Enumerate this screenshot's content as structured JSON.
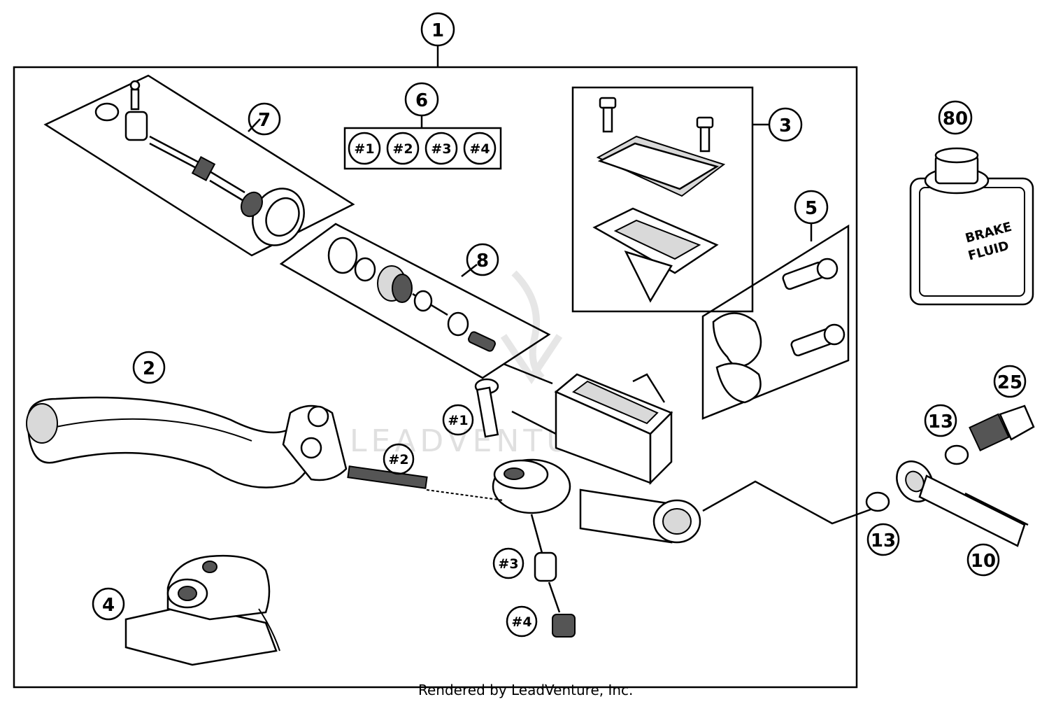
{
  "callouts": {
    "c1": "1",
    "c2": "2",
    "c3": "3",
    "c4": "4",
    "c5": "5",
    "c6": "6",
    "c7": "7",
    "c8": "8",
    "c10": "10",
    "c13a": "13",
    "c13b": "13",
    "c25": "25",
    "c80": "80"
  },
  "kit_items": [
    "#1",
    "#2",
    "#3",
    "#4"
  ],
  "sub_labels": {
    "s1": "#1",
    "s2": "#2",
    "s3": "#3",
    "s4": "#4"
  },
  "bottle": {
    "line1": "BRAKE",
    "line2": "FLUID"
  },
  "watermark": "LEADVENTURE",
  "footer": "Rendered by LeadVenture, Inc."
}
